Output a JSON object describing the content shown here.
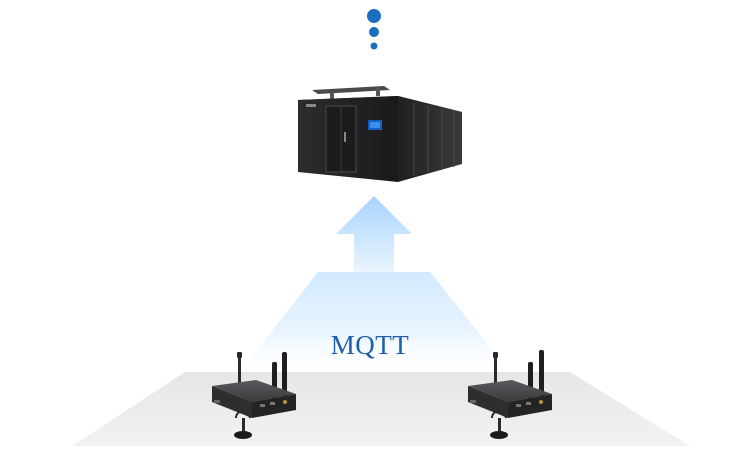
{
  "diagram": {
    "protocol_label": "MQTT",
    "accent_color": "#1a6fc0",
    "glow_color": "#bfe0ff",
    "floor_color": "#ededed",
    "components": {
      "top": "more-dots-icon",
      "server": "data-center-cabinet",
      "flow": "upload-arrow",
      "devices": [
        "4g-router-gateway",
        "4g-router-gateway"
      ]
    }
  }
}
